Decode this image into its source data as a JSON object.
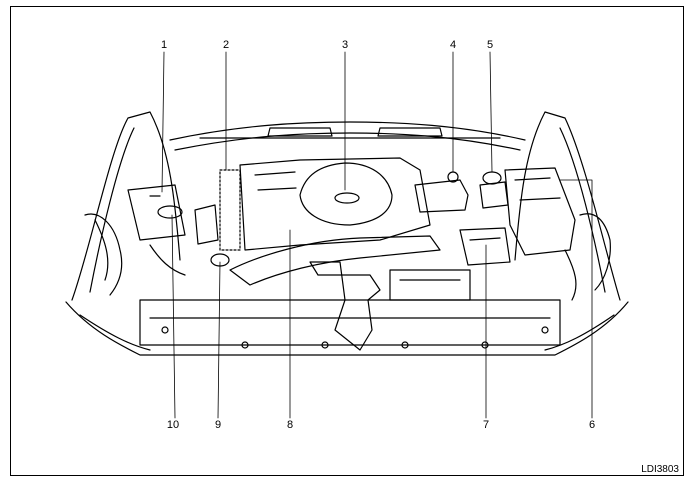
{
  "figure": {
    "image_code": "LDI3803",
    "callouts_top": [
      "1",
      "2",
      "3",
      "4",
      "5"
    ],
    "callouts_bottom": [
      "10",
      "9",
      "8",
      "7",
      "6"
    ]
  },
  "colors": {
    "line": "#000000",
    "background": "#ffffff"
  }
}
